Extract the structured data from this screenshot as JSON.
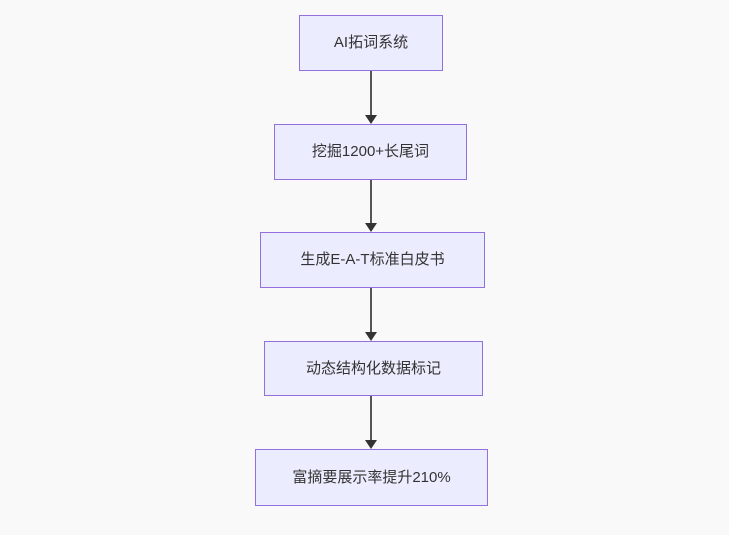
{
  "diagram": {
    "type": "flowchart",
    "direction": "top-down",
    "colors": {
      "background": "#f9f9f9",
      "node_fill": "#ECECFF",
      "node_border": "#9370DB",
      "node_text": "#333333",
      "edge_line": "#555555",
      "arrowhead": "#333333"
    },
    "nodes": [
      {
        "id": "A",
        "label": "AI拓词系统"
      },
      {
        "id": "B",
        "label": "挖掘1200+长尾词"
      },
      {
        "id": "C",
        "label": "生成E-A-T标准白皮书"
      },
      {
        "id": "D",
        "label": "动态结构化数据标记"
      },
      {
        "id": "E",
        "label": "富摘要展示率提升210%"
      }
    ],
    "edges": [
      {
        "from": "A",
        "to": "B"
      },
      {
        "from": "B",
        "to": "C"
      },
      {
        "from": "C",
        "to": "D"
      },
      {
        "from": "D",
        "to": "E"
      }
    ]
  }
}
